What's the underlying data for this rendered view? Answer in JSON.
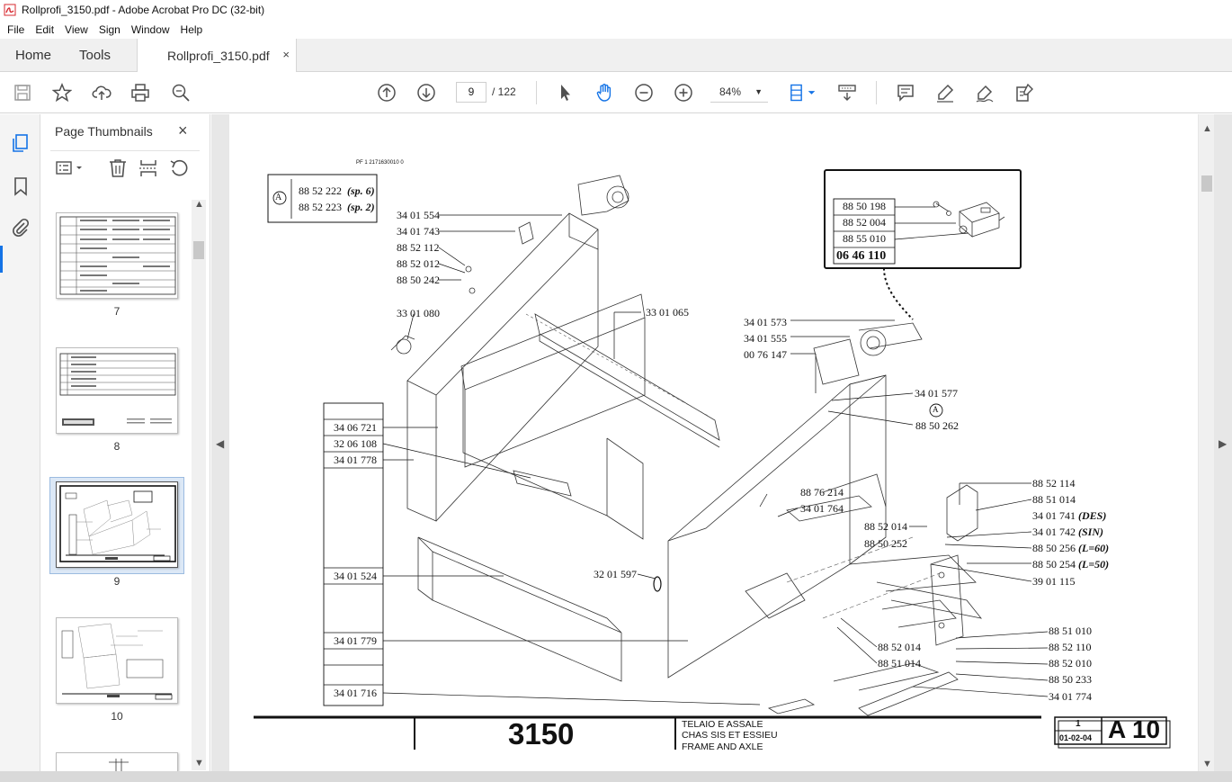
{
  "window": {
    "title": "Rollprofi_3150.pdf - Adobe Acrobat Pro DC (32-bit)"
  },
  "menu": [
    "File",
    "Edit",
    "View",
    "Sign",
    "Window",
    "Help"
  ],
  "tabs": {
    "home": "Home",
    "tools": "Tools",
    "document": "Rollprofi_3150.pdf",
    "close_symbol": "×"
  },
  "toolbar": {
    "current_page": "9",
    "page_total": "/ 122",
    "zoom": "84%"
  },
  "thumbnails_panel": {
    "title": "Page Thumbnails",
    "close_symbol": "×",
    "pages": [
      {
        "label": "7"
      },
      {
        "label": "8"
      },
      {
        "label": "9",
        "selected": true
      },
      {
        "label": "10"
      }
    ]
  },
  "drawing": {
    "header_code": "PF 1    2171630010 0",
    "legend_a_symbol": "A",
    "legend_a_rows": [
      {
        "code": "88 52 222",
        "note": "(sp. 6)"
      },
      {
        "code": "88 52 223",
        "note": "(sp. 2)"
      }
    ],
    "inset_rows": [
      "88 50 198",
      "88 52 004",
      "88 55 010"
    ],
    "inset_assembly": "06 46 110",
    "left_table": [
      "",
      "34 06 721",
      "32 06 108",
      "34 01 778",
      "",
      "34 01 524",
      "34 01 779",
      "",
      "34 01 716"
    ],
    "labels_upper_left": [
      "34 01 554",
      "34 01 743",
      "88 52 112",
      "88 52 012",
      "88 50 242"
    ],
    "label_33_01_080": "33 01 080",
    "label_33_01_065": "33 01 065",
    "labels_right_top": [
      "34 01 573",
      "34 01 555",
      "00 76 147"
    ],
    "label_34_01_577": "34 01 577",
    "label_a_marker": "A",
    "label_88_50_262": "88 50 262",
    "label_88_76_214": "88 76 214",
    "label_34_01_764": "34 01 764",
    "label_32_01_597": "32 01 597",
    "labels_bracket": [
      {
        "code": "88 52 114",
        "note": ""
      },
      {
        "code": "88 51 014",
        "note": ""
      },
      {
        "code": "34 01 741",
        "note": "(DES)"
      },
      {
        "code": "34 01 742",
        "note": "(SIN)"
      },
      {
        "code": "88 50 256",
        "note": "(L=60)"
      },
      {
        "code": "88 50 254",
        "note": "(L=50)"
      },
      {
        "code": "39 01 115",
        "note": ""
      }
    ],
    "label_88_52_014_upper": "88 52 014",
    "label_88_50_252": "88 50 252",
    "labels_lower_mid": [
      "88 52 014",
      "88 51 014"
    ],
    "labels_lower_right": [
      "88 51 010",
      "88 52 110",
      "88 52 010",
      "88 50 233",
      "34 01 774"
    ],
    "title_block": {
      "model": "3150",
      "desc_it": "TELAIO E ASSALE",
      "desc_fr": "CHAS SIS ET ESSIEU",
      "desc_en": "FRAME AND AXLE",
      "sheet": "1",
      "date": "01-02-04",
      "code": "A 10"
    }
  },
  "colors": {
    "acrobat_red": "#d7282f",
    "selection_blue": "#dce8f6",
    "icon_blue": "#1473e6",
    "icon_gray": "#505050"
  }
}
